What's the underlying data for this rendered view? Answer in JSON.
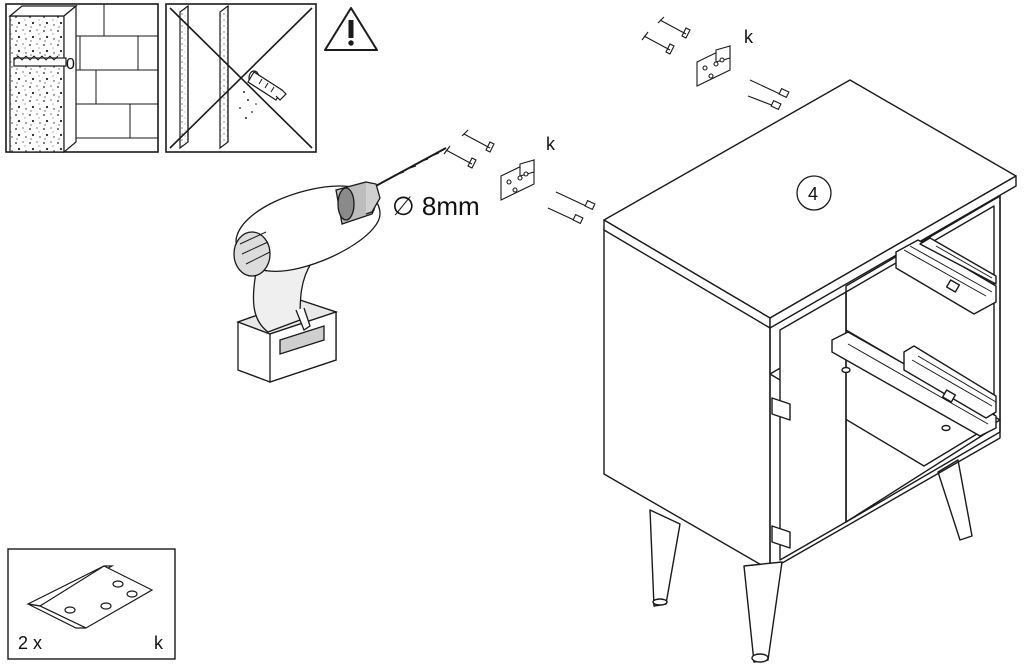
{
  "labels": {
    "wall_zero": "0",
    "bracket_top": "k",
    "bracket_mid": "k",
    "drill_size": "∅ 8mm",
    "step": "4",
    "parts_qty": "2 x",
    "parts_letter": "k"
  },
  "icons": [
    "warning-icon",
    "drill-icon",
    "bracket-icon",
    "screw-icon",
    "wall-plug-icon",
    "cabinet-icon"
  ],
  "colors": {
    "line": "#1a1a1a",
    "fill": "#ffffff",
    "grey": "#9a9a9a"
  }
}
